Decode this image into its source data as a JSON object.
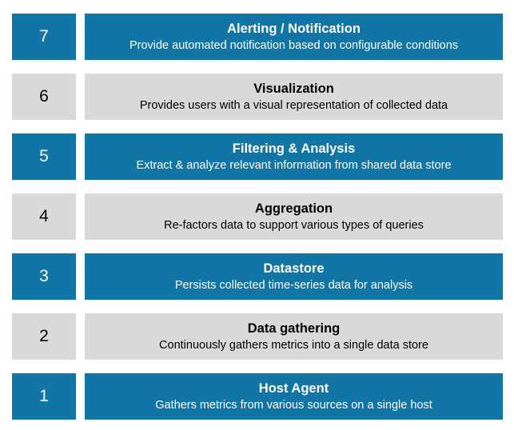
{
  "diagram": {
    "colors": {
      "blue": "#1176A5",
      "gray": "#D9D9D9",
      "background": "#FFFFFF",
      "text_on_blue": "#FFFFFF",
      "text_on_gray": "#000000"
    },
    "layers": [
      {
        "number": "7",
        "title": "Alerting / Notification",
        "description": "Provide automated notification based on configurable conditions",
        "variant": "blue"
      },
      {
        "number": "6",
        "title": "Visualization",
        "description": "Provides users with a visual representation of collected data",
        "variant": "gray"
      },
      {
        "number": "5",
        "title": "Filtering & Analysis",
        "description": "Extract & analyze relevant information from shared data store",
        "variant": "blue"
      },
      {
        "number": "4",
        "title": "Aggregation",
        "description": "Re-factors data to support various types of queries",
        "variant": "gray"
      },
      {
        "number": "3",
        "title": "Datastore",
        "description": "Persists collected time-series data for analysis",
        "variant": "blue"
      },
      {
        "number": "2",
        "title": "Data gathering",
        "description": "Continuously gathers metrics into a single data store",
        "variant": "gray"
      },
      {
        "number": "1",
        "title": "Host Agent",
        "description": "Gathers metrics from various sources on a single host",
        "variant": "blue"
      }
    ]
  }
}
